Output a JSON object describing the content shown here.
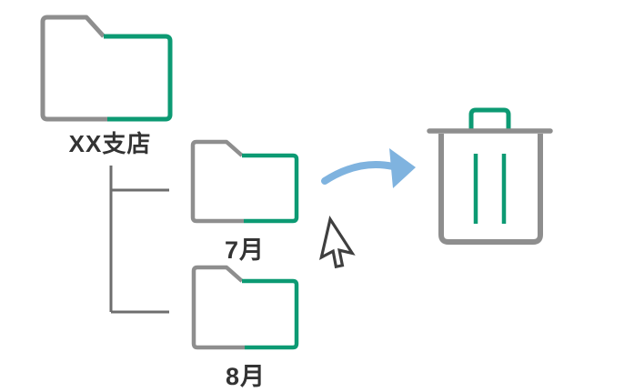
{
  "colors": {
    "background": "#ffffff",
    "folder_gray": "#8e8e8e",
    "folder_green": "#0c9a73",
    "connector_gray": "#6e6e6e",
    "arrow_blue": "#7fb3df",
    "cursor_stroke": "#3f3f3f",
    "label_text": "#333333"
  },
  "tree": {
    "parent_folder": {
      "label": "XX支店"
    },
    "subfolders": [
      {
        "label": "7月"
      },
      {
        "label": "8月"
      }
    ]
  },
  "icons": {
    "parent_folder": "folder-icon",
    "subfolder_july": "folder-icon",
    "subfolder_august": "folder-icon",
    "trash": "trash-icon",
    "arrow": "curved-arrow-icon",
    "cursor": "mouse-pointer-icon"
  }
}
